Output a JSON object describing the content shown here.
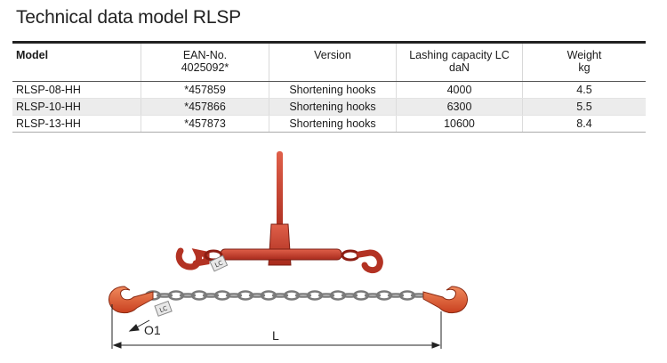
{
  "title": "Technical data model RLSP",
  "table": {
    "headers": [
      {
        "line1": "Model",
        "line2": ""
      },
      {
        "line1": "EAN-No.",
        "line2": "4025092*"
      },
      {
        "line1": "Version",
        "line2": ""
      },
      {
        "line1": "Lashing capacity LC",
        "line2": "daN"
      },
      {
        "line1": "Weight",
        "line2": "kg"
      }
    ],
    "rows": [
      {
        "model": "RLSP-08-HH",
        "ean": "*457859",
        "version": "Shortening hooks",
        "lc": "4000",
        "weight": "4.5"
      },
      {
        "model": "RLSP-10-HH",
        "ean": "*457866",
        "version": "Shortening hooks",
        "lc": "6300",
        "weight": "5.5"
      },
      {
        "model": "RLSP-13-HH",
        "ean": "*457873",
        "version": "Shortening hooks",
        "lc": "10600",
        "weight": "8.4"
      }
    ]
  },
  "diagram": {
    "tag_label": "LC",
    "dim_o1": "O1",
    "dim_length": "L"
  },
  "colors": {
    "hook_red": "#c0392b",
    "hook_orange": "#d9542b",
    "chain_grey": "#7a7a7a"
  }
}
